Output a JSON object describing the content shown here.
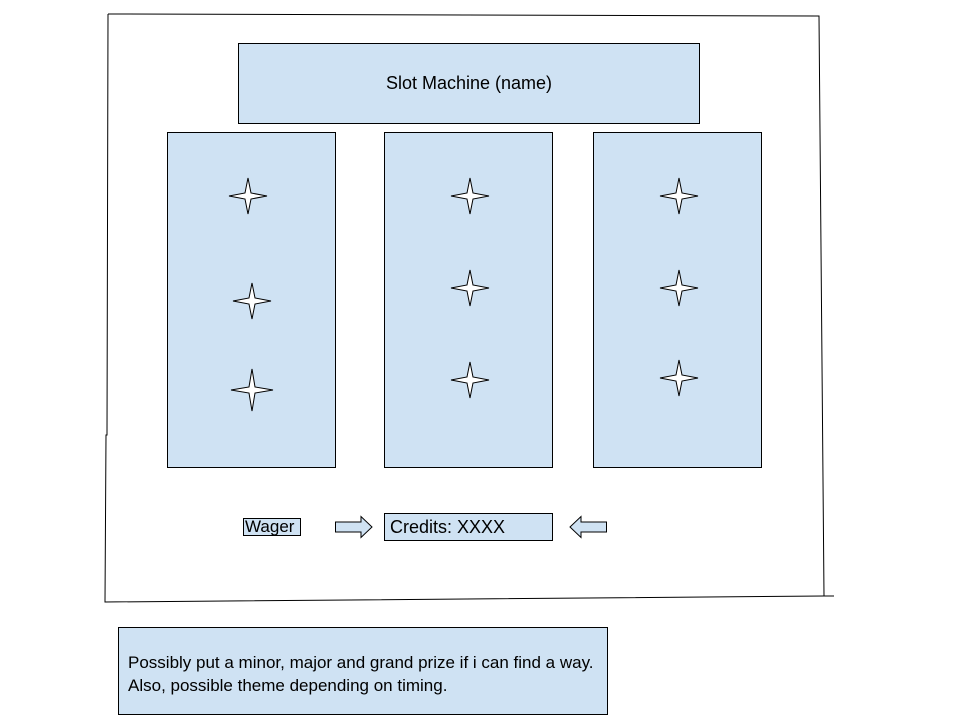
{
  "title": "Slot Machine (name)",
  "reels": [
    {
      "name": "reel-left",
      "symbols": [
        "star-icon",
        "star-icon",
        "star-icon"
      ]
    },
    {
      "name": "reel-middle",
      "symbols": [
        "star-icon",
        "star-icon",
        "star-icon"
      ]
    },
    {
      "name": "reel-right",
      "symbols": [
        "star-icon",
        "star-icon",
        "star-icon"
      ]
    }
  ],
  "wager_label": "Wager",
  "credits_label": "Credits: XXXX",
  "note": "Possibly put a minor, major and grand prize if i can find a way. Also, possible theme depending on timing.",
  "colors": {
    "fill": "#cfe2f3",
    "stroke": "#000000",
    "background": "#ffffff"
  }
}
